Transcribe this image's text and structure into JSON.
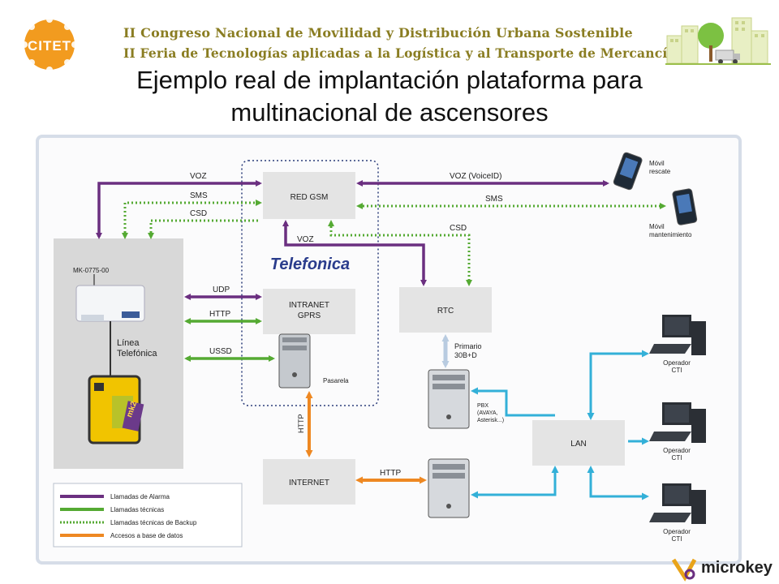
{
  "header": {
    "citet_logo_text": "CITET",
    "line1": "II Congreso Nacional de Movilidad y Distribución Urbana Sostenible",
    "line2": "II Feria de Tecnologías aplicadas a la Logística y al Transporte de Mercancías"
  },
  "title": {
    "line1": "Ejemplo real de implantación plataforma para",
    "line2": "multinacional de ascensores"
  },
  "diagram": {
    "nodes": {
      "red_gsm": "RED GSM",
      "intranet_line1": "INTRANET",
      "intranet_line2": "GPRS",
      "rtc": "RTC",
      "internet": "INTERNET",
      "lan": "LAN",
      "pasarela": "Pasarela",
      "telefonica": "Telefonica",
      "device_model": "MK-0775-00",
      "linea_line1": "Línea",
      "linea_line2": "Telefónica",
      "device_brand": "mk2",
      "primario_line1": "Primario",
      "primario_line2": "30B+D",
      "pbx_line1": "PBX",
      "pbx_line2": "(AVAYA,",
      "pbx_line3": "Asterisk...)"
    },
    "links": {
      "voz_top": "VOZ",
      "sms_left": "SMS",
      "csd_left": "CSD",
      "voz_voiceid": "VOZ (VoiceID)",
      "sms_right": "SMS",
      "voz_mid": "VOZ",
      "csd_mid": "CSD",
      "udp": "UDP",
      "http_left": "HTTP",
      "ussd": "USSD",
      "http_vertical": "HTTP",
      "http_bottom": "HTTP"
    },
    "phones": {
      "rescate_line1": "Móvil",
      "rescate_line2": "rescate",
      "mant_line1": "Móvil",
      "mant_line2": "mantenimiento"
    },
    "operators": [
      {
        "line1": "Operador",
        "line2": "CTI"
      },
      {
        "line1": "Operador",
        "line2": "CTI"
      },
      {
        "line1": "Operador",
        "line2": "CTI"
      }
    ],
    "legend": [
      {
        "label": "Llamadas de Alarma",
        "color": "#6b2f80",
        "style": "solid"
      },
      {
        "label": "Llamadas técnicas",
        "color": "#55aa33",
        "style": "solid"
      },
      {
        "label": "Llamadas técnicas de Backup",
        "color": "#55aa33",
        "style": "dotted"
      },
      {
        "label": "Accesos a base de datos",
        "color": "#ee8822",
        "style": "solid"
      }
    ],
    "colors": {
      "alarm": "#6b2f80",
      "tech": "#55aa33",
      "db": "#ee8822",
      "lan": "#33b0d8",
      "primario": "#b8cbe0",
      "node_fill": "#e4e4e4"
    }
  },
  "footer": {
    "brand": "microkey"
  }
}
